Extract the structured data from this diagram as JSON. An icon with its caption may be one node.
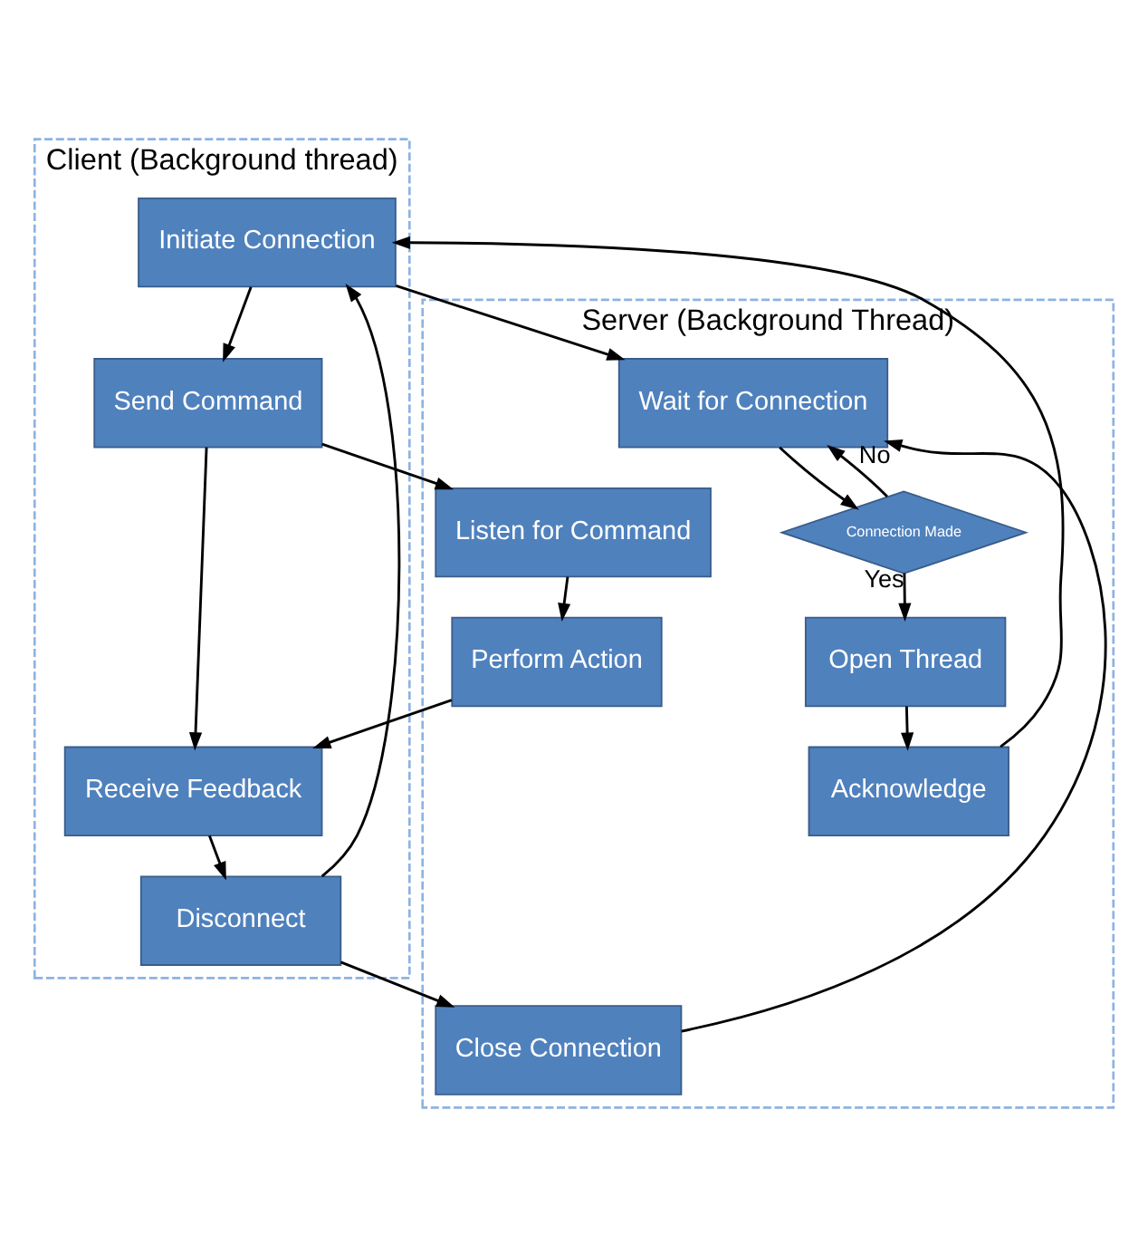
{
  "diagram": {
    "nodes": [
      {
        "text": [
          "Client (Background thread)"
        ]
      },
      {
        "text": [
          "Server (Background Thread)"
        ]
      },
      {
        "text": [
          "Initiate Connection"
        ],
        "in": 0
      },
      {
        "text": [
          "Send Command"
        ],
        "in": 0
      },
      {
        "text": [
          "Receive Feedback"
        ],
        "in": 0
      },
      {
        "text": [
          "Disconnect"
        ],
        "in": 0
      },
      {
        "text": [
          "Wait for Connection"
        ],
        "in": 1
      },
      {
        "text": [
          "Connection Made"
        ],
        "in": 1
      },
      {
        "text": [
          "Open Thread"
        ],
        "in": 1
      },
      {
        "text": [
          "Acknowledge"
        ],
        "in": 1
      },
      {
        "text": [
          "Listen for Command"
        ],
        "in": 1
      },
      {
        "text": [
          "Perform Action"
        ],
        "in": 1
      },
      {
        "text": [
          "Close Connection"
        ],
        "in": 1
      }
    ],
    "edges": [
      {
        "from": 2,
        "to": 6,
        "arrow": "to"
      },
      {
        "from": 6,
        "to": 7,
        "arrow": "to"
      },
      {
        "from": 7,
        "to": 6,
        "arrow": "to",
        "label": "No"
      },
      {
        "from": 7,
        "to": 8,
        "arrow": "to",
        "label": "Yes"
      },
      {
        "from": 8,
        "to": 9,
        "arrow": "to"
      },
      {
        "from": 9,
        "to": 2,
        "arrow": "to"
      },
      {
        "from": 2,
        "to": 3,
        "arrow": "to"
      },
      {
        "from": 3,
        "to": 4,
        "arrow": "to"
      },
      {
        "from": 3,
        "to": 10,
        "arrow": "to"
      },
      {
        "from": 10,
        "to": 11,
        "arrow": "to"
      },
      {
        "from": 11,
        "to": 4,
        "arrow": "to"
      },
      {
        "from": 4,
        "to": 5,
        "arrow": "to"
      },
      {
        "from": 5,
        "to": 12,
        "arrow": "to"
      },
      {
        "from": 5,
        "to": 2,
        "arrow": "to"
      },
      {
        "from": 12,
        "to": 6,
        "arrow": "to"
      }
    ]
  }
}
